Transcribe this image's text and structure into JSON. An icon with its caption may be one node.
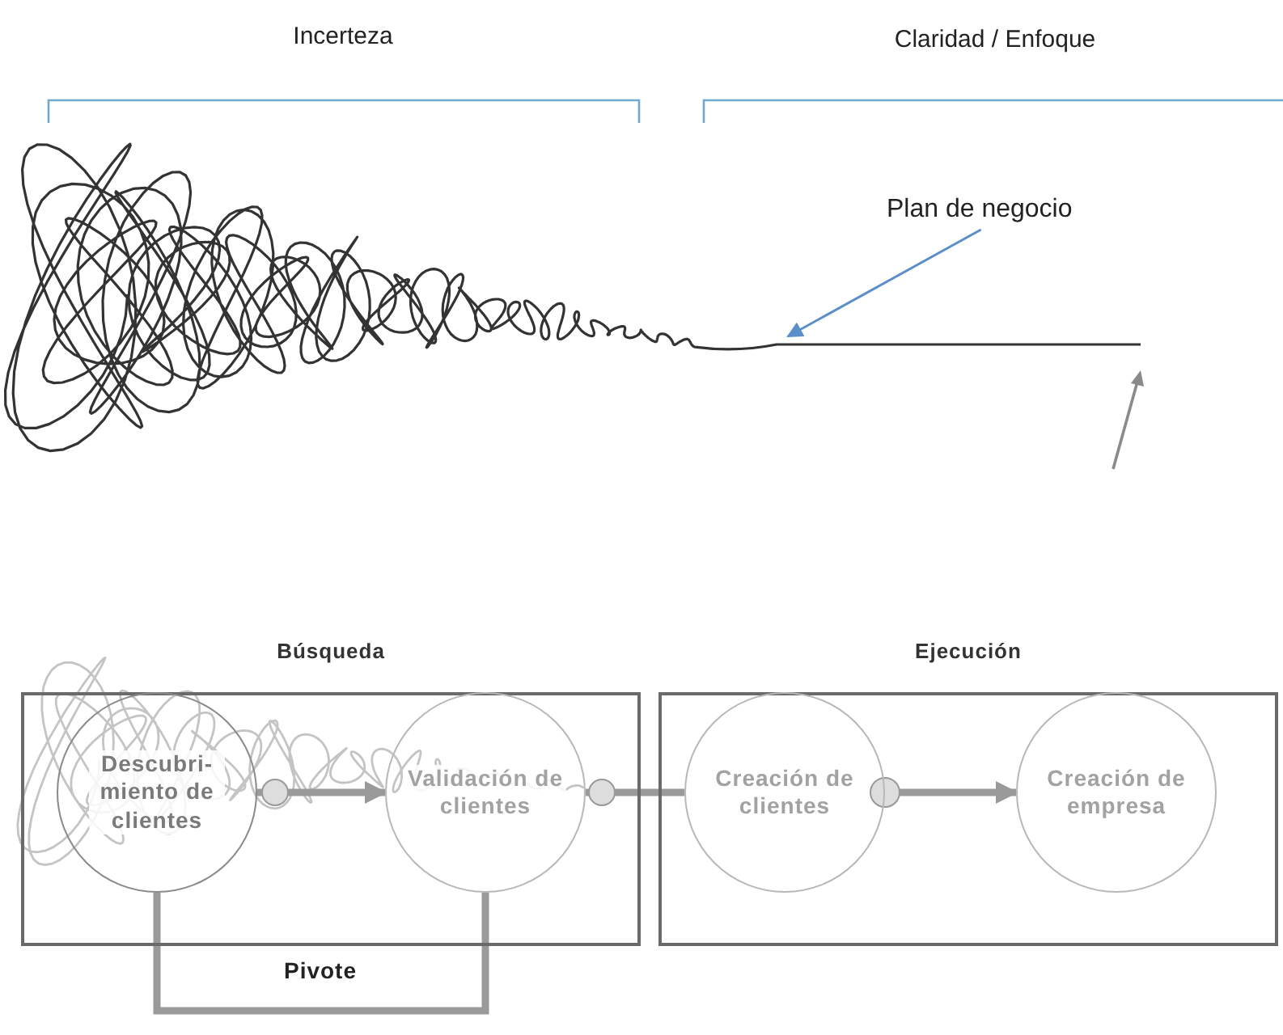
{
  "diagram": {
    "nodes": [
      {
        "text": [
          "Plan de negocio"
        ]
      },
      {
        "text": [
          "Búsqueda"
        ]
      },
      {
        "text": [
          "Descubri- miento de clientes"
        ],
        "in": 1
      },
      {
        "text": [
          "Validación de clientes"
        ],
        "in": 1
      },
      {
        "text": [
          "Ejecución"
        ]
      },
      {
        "text": [
          "Creación de clientes"
        ],
        "in": 4
      },
      {
        "text": [
          "Creación de empresa"
        ],
        "in": 4
      }
    ],
    "edges": [
      {
        "from": 0,
        "to": null,
        "arrow": "to",
        "color": "#5b8fc9"
      },
      {
        "from": 2,
        "to": 3,
        "arrow": "to"
      },
      {
        "from": 3,
        "to": 5,
        "arrow": "none"
      },
      {
        "from": 5,
        "to": 6,
        "arrow": "to"
      },
      {
        "from": 3,
        "to": 2,
        "arrow": "none",
        "label": "Pivote"
      }
    ],
    "labels": [
      "Incerteza",
      "Claridad / Enfoque"
    ]
  }
}
